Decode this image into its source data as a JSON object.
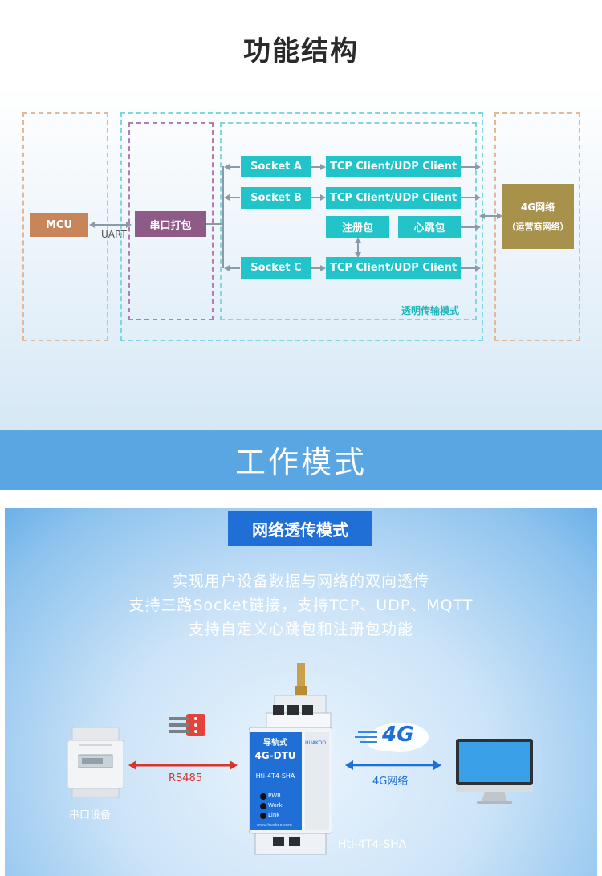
{
  "section1": {
    "title": "功能结构",
    "mcu": "MCU",
    "uart": "UART",
    "serial_pack": "串口打包",
    "socket_a": "Socket A",
    "socket_b": "Socket B",
    "socket_c": "Socket C",
    "tcp_udp": "TCP Client/UDP Client",
    "register_pack": "注册包",
    "heartbeat_pack": "心跳包",
    "transparent_mode": "透明传输模式",
    "net_4g": "4G网络",
    "operator_net": "（运营商网络）",
    "colors": {
      "mcu": "#c8855a",
      "serial": "#8e5b86",
      "teal": "#22c3c9",
      "net": "#a8924b"
    }
  },
  "section2": {
    "title": "工作模式"
  },
  "section3": {
    "mode_title": "网络透传模式",
    "lines": [
      "实现用户设备数据与网络的双向透传",
      "支持三路Socket链接，支持TCP、UDP、MQTT",
      "支持自定义心跳包和注册包功能"
    ],
    "serial_device": "串口设备",
    "rs485": "RS485",
    "net_4g_label": "4G网络",
    "badge_4g": "4G",
    "device": {
      "rail": "导轨式",
      "model": "4G-DTU",
      "sub_model": "Hti-4T4-SHA",
      "brand": "HUAKOO",
      "pwr": "PWR",
      "work": "Work",
      "link": "Link",
      "website": "www.huakoo.com"
    },
    "device_caption": "Hti-4T4-SHA"
  }
}
